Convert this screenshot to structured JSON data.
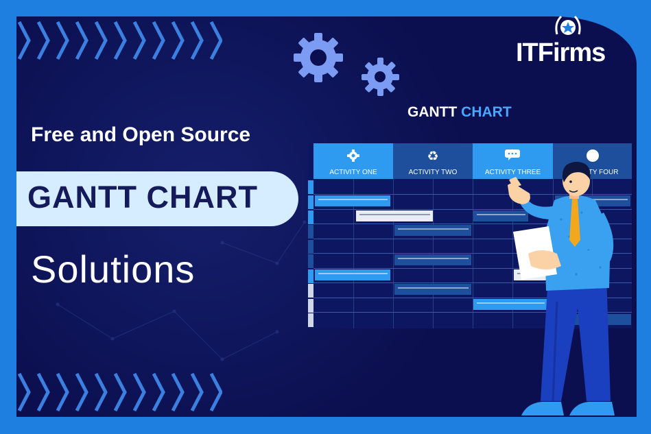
{
  "brand": {
    "name": "ITFirms"
  },
  "hero": {
    "subtitle": "Free and Open Source",
    "headline": "GANTT CHART",
    "tagline": "Solutions"
  },
  "gantt": {
    "title_main": "GANTT",
    "title_accent": "CHART",
    "activities": [
      {
        "label": "ACTIVITY ONE",
        "icon": "gear-icon"
      },
      {
        "label": "ACTIVITY TWO",
        "icon": "recycle-icon"
      },
      {
        "label": "ACTIVITY THREE",
        "icon": "chat-icon"
      },
      {
        "label": "ACTIVITY FOUR",
        "icon": "circle-icon"
      }
    ]
  },
  "colors": {
    "background": "#1e7fe0",
    "panel": "#0b0f4f",
    "pill": "#d6ecff",
    "accent": "#49a7ff",
    "header_light": "#2f9bf0",
    "header_dark": "#1d4f9c"
  }
}
